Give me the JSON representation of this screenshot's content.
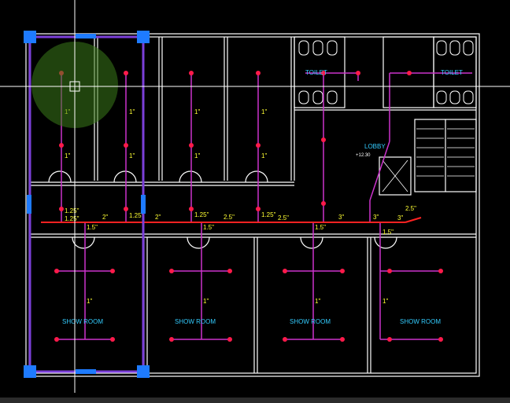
{
  "drawing": {
    "rooms": {
      "toilet": "TOILET",
      "lobby": "LOBBY",
      "show_room": "SHOW ROOM"
    },
    "level_mark": "+12.30",
    "pipe_labels_upper": [
      "1\"",
      "1\"",
      "1\"",
      "1\"",
      "1\"",
      "1\"",
      "1\"",
      "1\""
    ],
    "main_line_labels": [
      "1.25\"",
      "1.25\"",
      "2\"",
      "1.25\"",
      "2\"",
      "1.25\"",
      "2.5\"",
      "1.25\"",
      "2.5\"",
      "3\"",
      "3\"",
      "3\"",
      "2.5\""
    ],
    "branch_labels": [
      "1.5\"",
      "1.5\"",
      "1.5\"",
      "1.5\""
    ],
    "show_room_labels": [
      "1\"",
      "1\"",
      "1\"",
      "1\""
    ],
    "colors": {
      "background": "#000000",
      "walls": "#ffffff",
      "pipes": "#cc33cc",
      "main_pipe": "#ff2222",
      "sprinkler": "#ff1a4a",
      "dimension_text": "#ffff33",
      "room_text": "#33ccff",
      "selection": "#7b3fd9",
      "grip": "#1e7bff"
    }
  }
}
